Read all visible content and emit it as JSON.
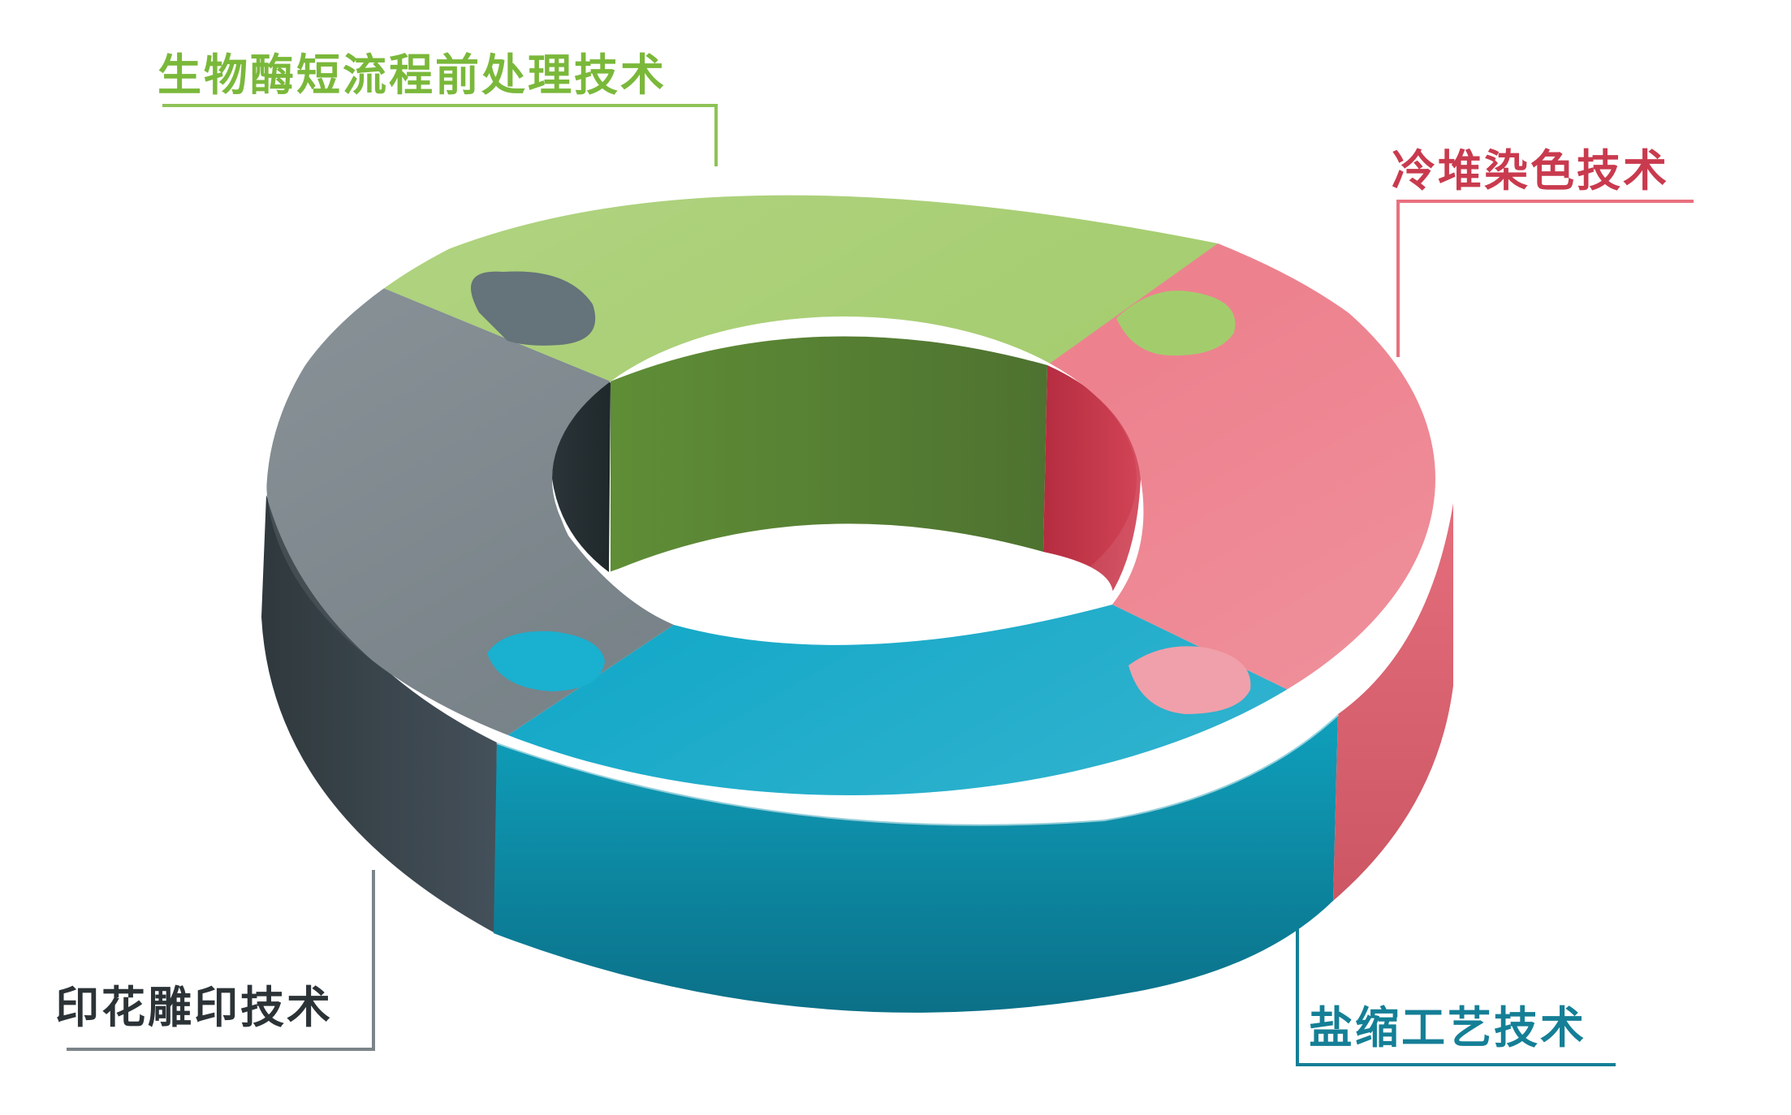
{
  "segments": [
    {
      "id": "green",
      "label": "生物酶短流程前处理技术",
      "color": "#8ec356",
      "label_color": "#7ab83a"
    },
    {
      "id": "red",
      "label": "冷堆染色技术",
      "color": "#e8707e",
      "label_color": "#c93a4e"
    },
    {
      "id": "teal",
      "label": "盐缩工艺技术",
      "color": "#0aa2c2",
      "label_color": "#147f96"
    },
    {
      "id": "gray",
      "label": "印花雕印技术",
      "color": "#6a767c",
      "label_color": "#2c3337"
    }
  ],
  "colors": {
    "green_top": "#a3cd6c",
    "green_inner": "#66903a",
    "red_top": "#ec7a87",
    "red_side": "#d4606c",
    "red_inner": "#c2384a",
    "teal_top": "#0ea8c8",
    "teal_side": "#0d7f98",
    "gray_top": "#727d83",
    "gray_side": "#3d484d",
    "gray_inner": "#2a3438",
    "leader_green": "#8ec356",
    "leader_red": "#e8707e",
    "leader_teal": "#147f96",
    "leader_gray": "#7b8488"
  },
  "icons": [
    "puzzle-tab-icon"
  ]
}
